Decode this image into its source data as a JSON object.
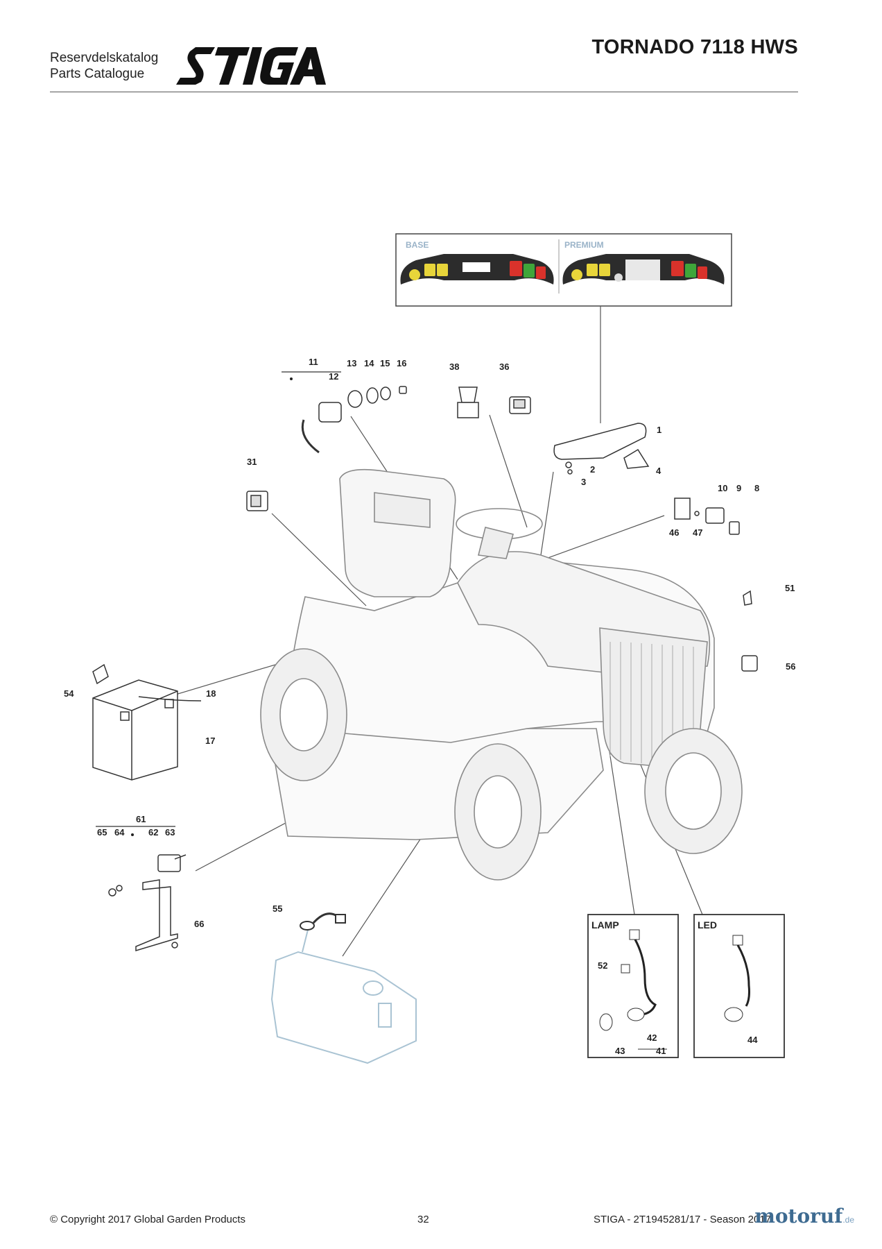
{
  "header": {
    "subtitle_line1": "Reservdelskatalog",
    "subtitle_line2": "Parts Catalogue",
    "brand": "STIGA",
    "model_title": "TORNADO 7118 HWS"
  },
  "panel": {
    "base_label": "BASE",
    "premium_label": "PREMIUM"
  },
  "boxes": {
    "lamp_label": "LAMP",
    "led_label": "LED"
  },
  "callouts": [
    "1",
    "2",
    "3",
    "4",
    "8",
    "9",
    "10",
    "11",
    "12",
    "13",
    "14",
    "15",
    "16",
    "17",
    "18",
    "31",
    "36",
    "38",
    "41",
    "42",
    "43",
    "44",
    "46",
    "47",
    "51",
    "52",
    "54",
    "55",
    "56",
    "61",
    "62",
    "63",
    "64",
    "65",
    "66"
  ],
  "footer": {
    "copyright": "© Copyright 2017 Global Garden Products",
    "page_number": "32",
    "catalog_ref": "STIGA - 2T1945281/17 - Season 2017"
  },
  "watermark": {
    "name": "motoruf",
    "suffix": ".de"
  },
  "colors": {
    "line": "#555555",
    "tank": "#a9c3d3",
    "accent_yellow": "#e8d53a",
    "accent_red": "#d9322b",
    "accent_green": "#3fa63a"
  }
}
